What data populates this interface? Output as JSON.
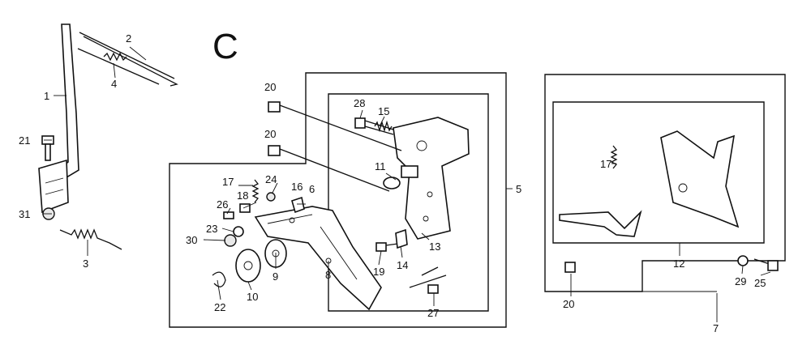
{
  "section_letter": "C",
  "callouts": [
    "1",
    "2",
    "3",
    "4",
    "5",
    "6",
    "7",
    "8",
    "9",
    "10",
    "11",
    "12",
    "13",
    "14",
    "15",
    "16",
    "17",
    "18",
    "19",
    "20",
    "21",
    "22",
    "23",
    "24",
    "25",
    "26",
    "27",
    "28",
    "29",
    "30",
    "31"
  ],
  "callouts_extra": [
    "17",
    "20",
    "20",
    "20"
  ]
}
